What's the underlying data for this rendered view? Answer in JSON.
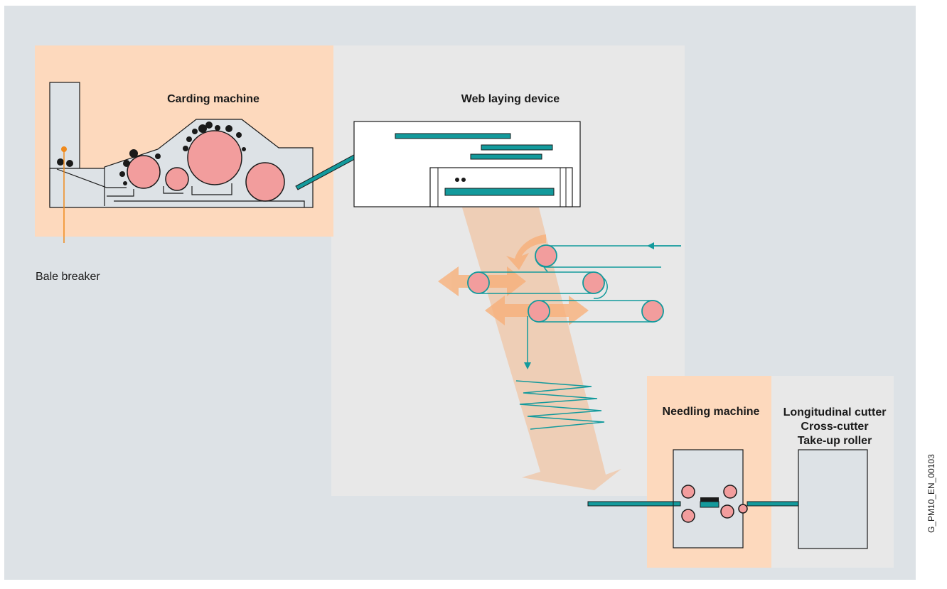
{
  "labels": {
    "carding_machine": "Carding machine",
    "web_laying_device": "Web laying device",
    "needling_machine": "Needling machine",
    "cutter_line1": "Longitudinal cutter",
    "cutter_line2": "Cross-cutter",
    "cutter_line3": "Take-up roller",
    "bale_breaker": "Bale breaker",
    "document_code": "G_PM10_EN_00103"
  },
  "colors": {
    "background": "#dde2e6",
    "light_panel": "#e8e8e8",
    "orange_panel": "#fdd9bd",
    "machine_fill": "#dde2e6",
    "roller_pink": "#f29d9d",
    "teal": "#139a9c",
    "arrow_orange": "#f7b07a",
    "pointer_orange": "#f08a1c",
    "outline": "#1a1a1a"
  }
}
